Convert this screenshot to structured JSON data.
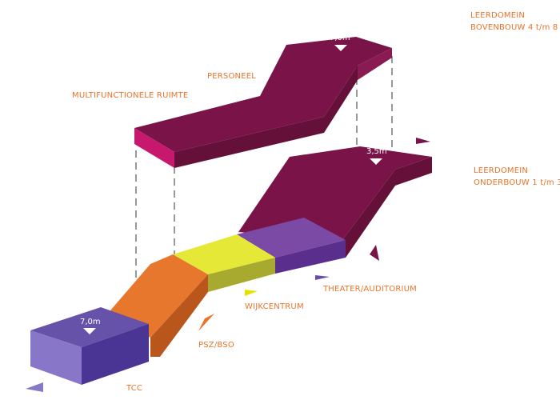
{
  "colors": {
    "label": "#e8742a",
    "personeel_top": "#7a1448",
    "personeel_front": "#641038",
    "personeel_side": "#8a1a52",
    "personeel_end": "#c8186e",
    "onderbouw_top": "#7a1448",
    "onderbouw_front": "#641038",
    "theater_top": "#7a4aa4",
    "theater_front": "#5a2e8c",
    "wijk_top": "#e6e838",
    "wijk_front": "#a8aa30",
    "psz_top": "#e8772e",
    "psz_front": "#b8561c",
    "tcc_top": "#6652a8",
    "tcc_front": "#8876c8",
    "tcc_side": "#4a3494",
    "arrow_plum": "#7a1448",
    "arrow_purple": "#6a4aa8",
    "arrow_yellow": "#e6e000",
    "arrow_orange": "#e8742a",
    "arrow_tcc": "#8878c8"
  },
  "labels": {
    "bovenbouw": [
      "LEERDOMEIN",
      "BOVENBOUW 4 t/m 8"
    ],
    "onderbouw": [
      "LEERDOMEIN",
      "ONDERBOUW 1 t/m 3"
    ],
    "personeel": "PERSONEEL",
    "multifunctionele": "MULTIFUNCTIONELE RUIMTE",
    "theater": "THEATER/AUDITORIUM",
    "wijkcentrum": "WIJKCENTRUM",
    "psz": "PSZ/BSO",
    "tcc": "TCC"
  },
  "heights": {
    "upper": "7,0m",
    "middle": "3,5m",
    "tcc": "7,0m"
  }
}
